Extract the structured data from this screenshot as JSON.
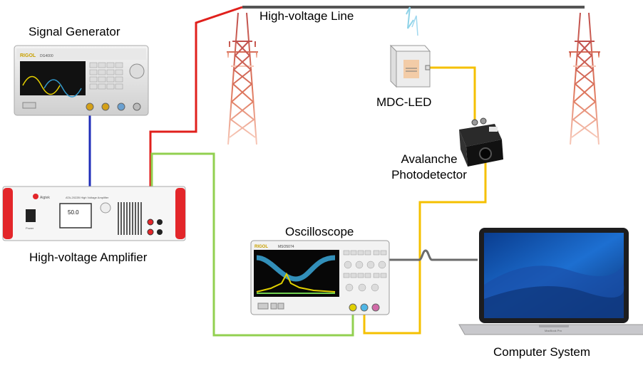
{
  "labels": {
    "signal_generator": "Signal Generator",
    "high_voltage_line": "High-voltage Line",
    "mdc_led": "MDC-LED",
    "avalanche_photodetector_line1": "Avalanche",
    "avalanche_photodetector_line2": "Photodetector",
    "oscilloscope": "Oscilloscope",
    "high_voltage_amplifier": "High-voltage Amplifier",
    "computer_system": "Computer System"
  },
  "device_text": {
    "generator_brand": "RIGOL",
    "generator_model": "DG4000",
    "amplifier_brand": "Aigtek",
    "amplifier_model": "ATA-2022B High Voltage Amplifier",
    "amplifier_display": "50.0",
    "amplifier_power": "Power",
    "oscilloscope_brand": "RIGOL",
    "oscilloscope_model": "MSO5074",
    "laptop_brand": "MacBook Pro"
  },
  "colors": {
    "red_wire": "#e0201c",
    "blue_wire": "#1f2db8",
    "green_wire": "#92d050",
    "yellow_wire": "#f5c000",
    "gray_wire": "#6b6b6b",
    "hv_line": "#555555",
    "tower": "#c85a40"
  }
}
